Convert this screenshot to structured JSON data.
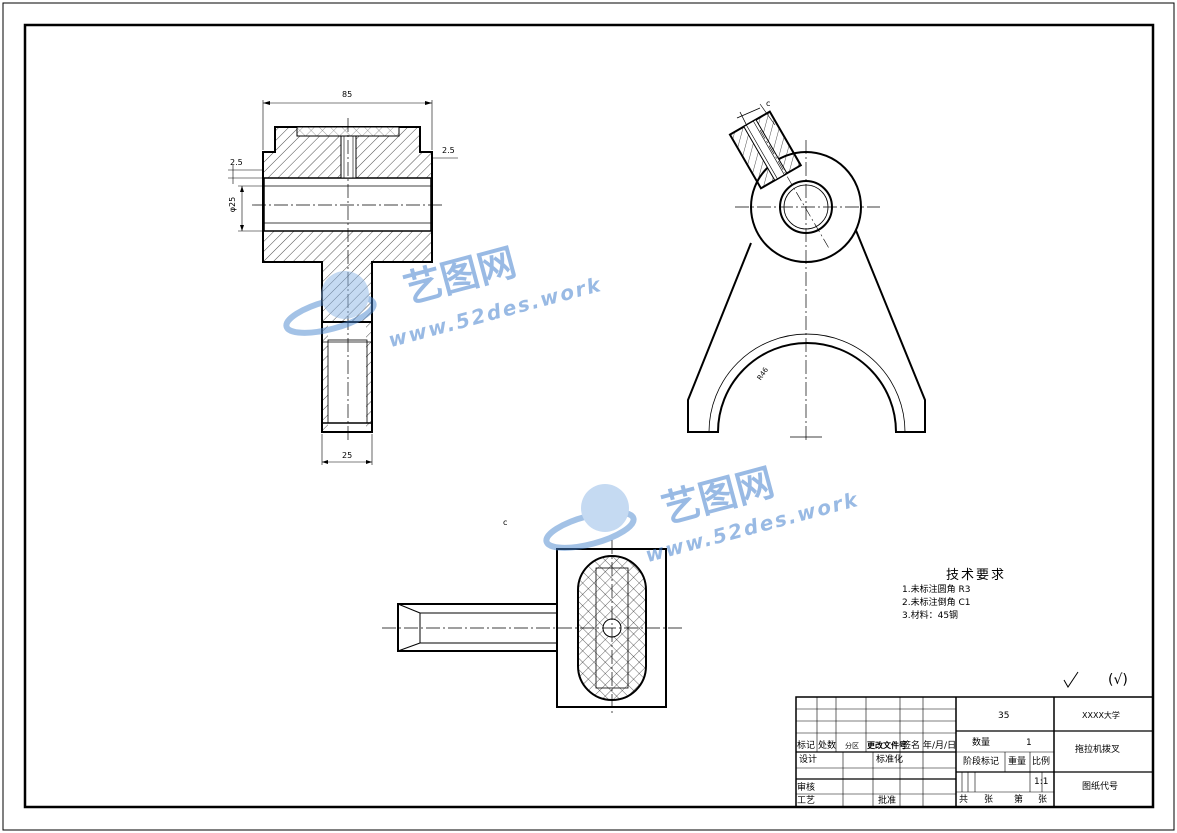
{
  "drawing": {
    "dimensions": {
      "top_width": "85",
      "left_step": "2.5",
      "right_step": "2.5",
      "bore_dia": "φ25",
      "shaft_width": "25",
      "chamfer_c": "c",
      "fork_radius": "R46",
      "mid_mark": "c"
    }
  },
  "tech_requirements": {
    "title": "技术要求",
    "items": [
      "1.未标注圆角 R3",
      "2.未标注倒角 C1",
      "3.材料：45钢"
    ]
  },
  "surface_finish": {
    "mark": "√",
    "bracket": "(√)"
  },
  "title_block": {
    "row_labels": [
      "标记",
      "处数",
      "分区",
      "更改文件号",
      "签名",
      "年/月/日"
    ],
    "design": "设计",
    "standardize": "标准化",
    "review": "审核",
    "process": "工艺",
    "approve": "批准",
    "material": "35",
    "school": "XXXX大学",
    "quantity_label": "数量",
    "quantity_value": "1",
    "part_name": "拖拉机拨叉",
    "stage_label": "阶段标记",
    "weight_label": "重量",
    "scale_label": "比例",
    "scale_value": "1:1",
    "drawing_code": "图纸代号",
    "total": "共",
    "sheets": "张",
    "number": "第",
    "sheet2": "张"
  },
  "watermark": {
    "brand": "艺图网",
    "url": "www.52des.work"
  }
}
